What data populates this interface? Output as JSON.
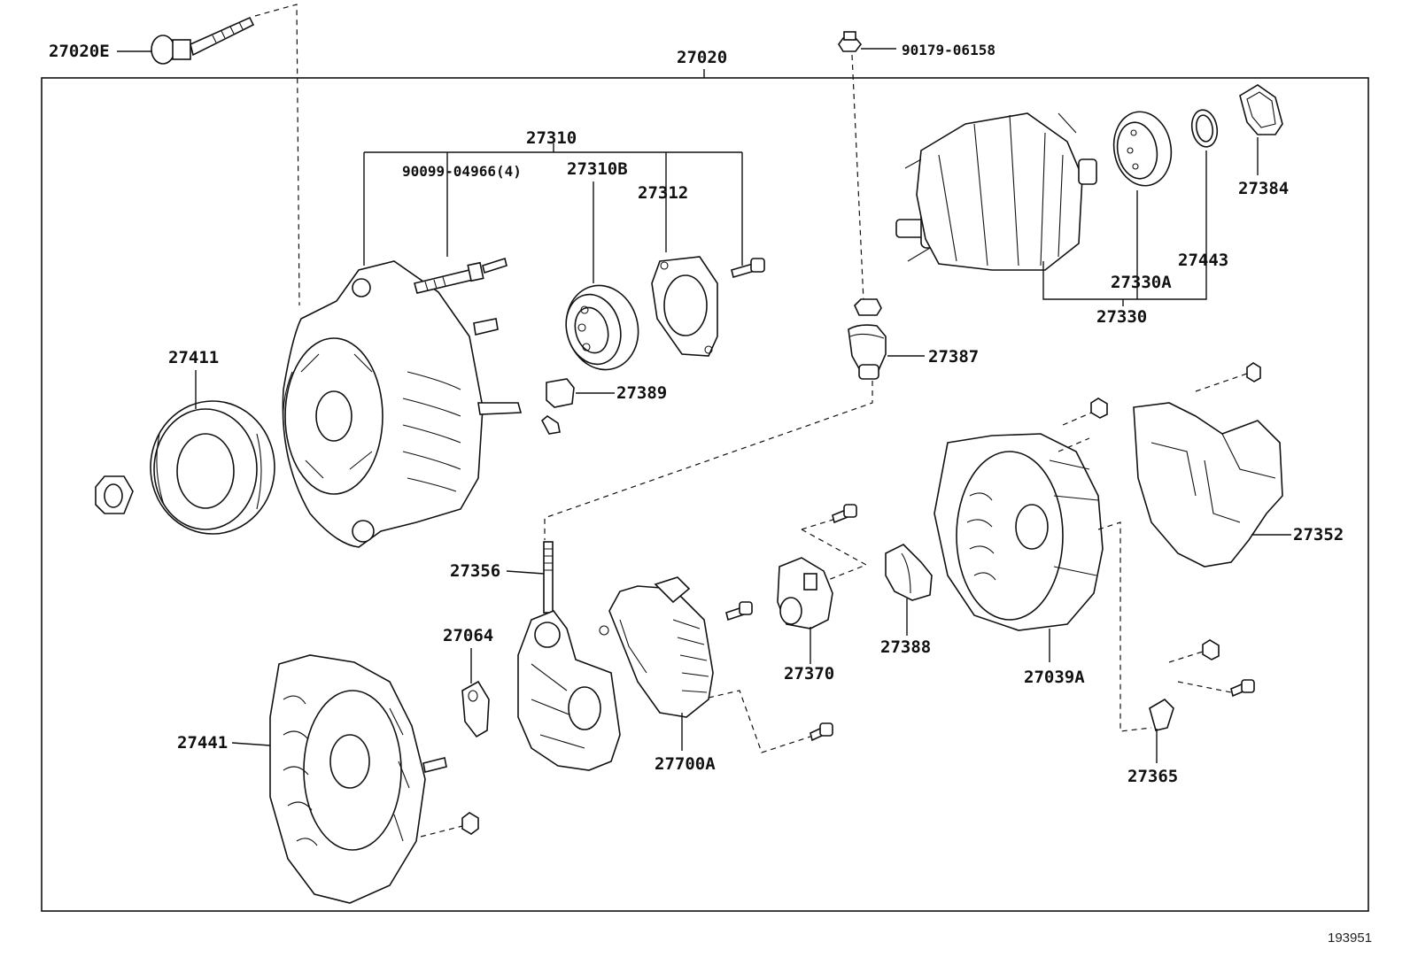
{
  "diagram": {
    "reference_number": "193951",
    "assembly_label": "27020",
    "labels": {
      "p27020E": "27020E",
      "p90179": "90179-06158",
      "p27310": "27310",
      "p90099": "90099-04966(4)",
      "p27310B": "27310B",
      "p27312": "27312",
      "p27384": "27384",
      "p27443": "27443",
      "p27330A": "27330A",
      "p27330": "27330",
      "p27387": "27387",
      "p27411": "27411",
      "p27389": "27389",
      "p27352": "27352",
      "p27356": "27356",
      "p27064": "27064",
      "p27388": "27388",
      "p27370": "27370",
      "p27039A": "27039A",
      "p27441": "27441",
      "p27700A": "27700A",
      "p27365": "27365"
    }
  }
}
